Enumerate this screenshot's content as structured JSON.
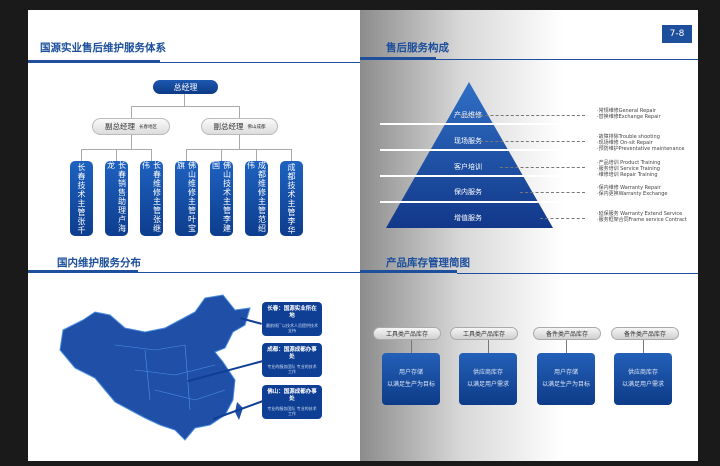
{
  "page_number": "7-8",
  "org": {
    "title": "国源实业售后维护服务体系",
    "ceo": "总经理",
    "vps": [
      {
        "label": "副总经理",
        "region": "长春地区"
      },
      {
        "label": "副总经理",
        "region": "佛山成都"
      }
    ],
    "staff": [
      "长春技术主管张千",
      "长春销售助理卢海龙",
      "长春维修主管张继伟",
      "佛山维修主管叶宝旗",
      "佛山技术主管李建国",
      "成都维修主管范绍伟",
      "成都技术主管李华"
    ]
  },
  "map": {
    "title": "国内维护服务分布",
    "callouts": [
      {
        "title": "长春：国源实业所在地",
        "text": "最前线厂以技术人员提供技术支持"
      },
      {
        "title": "成都：国源成都办事处",
        "text": "专业的服务团队 专业的技术工作"
      },
      {
        "title": "佛山：国源成都办事处",
        "text": "专业的服务团队 专业的技术工作"
      }
    ]
  },
  "services": {
    "title": "售后服务构成",
    "levels": [
      {
        "label": "产品维修",
        "desc": "·常规维修General Repair\n·替换维修Exchange Repair"
      },
      {
        "label": "现场服务",
        "desc": "·故障排除Trouble shooting\n·现场维修 On-sit Repair\n·预防维护Preventative maintenance"
      },
      {
        "label": "客户培训",
        "desc": "·产品培训 Product Training\n·服务培训 Service Training\n·维修培训 Repair Training"
      },
      {
        "label": "保内服务",
        "desc": "·保内维修 Warranty Repair\n·保内更换Warranty Exchange"
      },
      {
        "label": "增值服务",
        "desc": "·延保服务 Warranty Extend Service\n·服务框架合同Frame service Contract"
      }
    ]
  },
  "inventory": {
    "title": "产品库存管理简图",
    "items": [
      {
        "label": "工具类产品库存",
        "line1": "用户存储",
        "line2": "以满足生产为目标"
      },
      {
        "label": "工具类产品库存",
        "line1": "供应商库存",
        "line2": "以满足用户需求"
      },
      {
        "label": "备件类产品库存",
        "line1": "用户存储",
        "line2": "以满足生产为目标"
      },
      {
        "label": "备件类产品库存",
        "line1": "供应商库存",
        "line2": "以满足用户需求"
      }
    ]
  },
  "colors": {
    "brand": "#1d4f9c"
  }
}
